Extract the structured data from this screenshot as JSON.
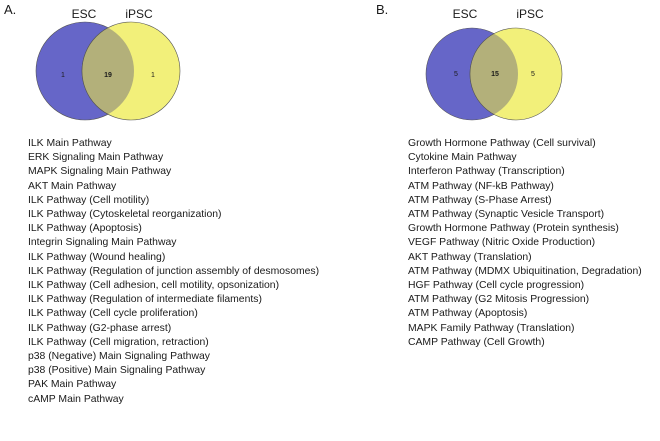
{
  "panels": [
    {
      "label": "A.",
      "venn": {
        "sets": [
          {
            "name": "ESC",
            "color": "#6666c8"
          },
          {
            "name": "iPSC",
            "color": "#f2f07a"
          }
        ],
        "counts": {
          "left": "1",
          "both": "19",
          "right": "1"
        },
        "overlap_color": "#b3b07a"
      },
      "pathways": [
        "ILK Main Pathway",
        "ERK Signaling Main Pathway",
        "MAPK Signaling Main Pathway",
        "AKT Main Pathway",
        "ILK Pathway (Cell motility)",
        "ILK Pathway (Cytoskeletal reorganization)",
        "ILK Pathway (Apoptosis)",
        "Integrin Signaling Main Pathway",
        "ILK Pathway (Wound healing)",
        "ILK Pathway (Regulation of junction assembly of desmosomes)",
        "ILK Pathway (Cell adhesion, cell motility, opsonization)",
        "ILK Pathway (Regulation of intermediate filaments)",
        "ILK Pathway (Cell cycle proliferation)",
        "ILK Pathway (G2-phase arrest)",
        "ILK Pathway (Cell migration, retraction)",
        "p38 (Negative) Main Signaling Pathway",
        "p38 (Positive) Main Signaling Pathway",
        "PAK Main Pathway",
        "cAMP Main Pathway"
      ]
    },
    {
      "label": "B.",
      "venn": {
        "sets": [
          {
            "name": "ESC",
            "color": "#6666c8"
          },
          {
            "name": "iPSC",
            "color": "#f2f07a"
          }
        ],
        "counts": {
          "left": "5",
          "both": "15",
          "right": "5"
        },
        "overlap_color": "#b3b07a"
      },
      "pathways": [
        "Growth Hormone Pathway (Cell survival)",
        "Cytokine Main Pathway",
        "Interferon Pathway (Transcription)",
        "ATM Pathway (NF-kB Pathway)",
        "ATM Pathway (S-Phase Arrest)",
        "ATM Pathway (Synaptic Vesicle Transport)",
        "Growth Hormone Pathway (Protein synthesis)",
        "VEGF Pathway (Nitric Oxide Production)",
        "AKT Pathway (Translation)",
        "ATM Pathway (MDMX Ubiquitination, Degradation)",
        "HGF Pathway (Cell cycle progression)",
        "ATM Pathway (G2 Mitosis Progression)",
        "ATM Pathway (Apoptosis)",
        "MAPK Family Pathway (Translation)",
        "CAMP Pathway (Cell Growth)"
      ]
    }
  ]
}
